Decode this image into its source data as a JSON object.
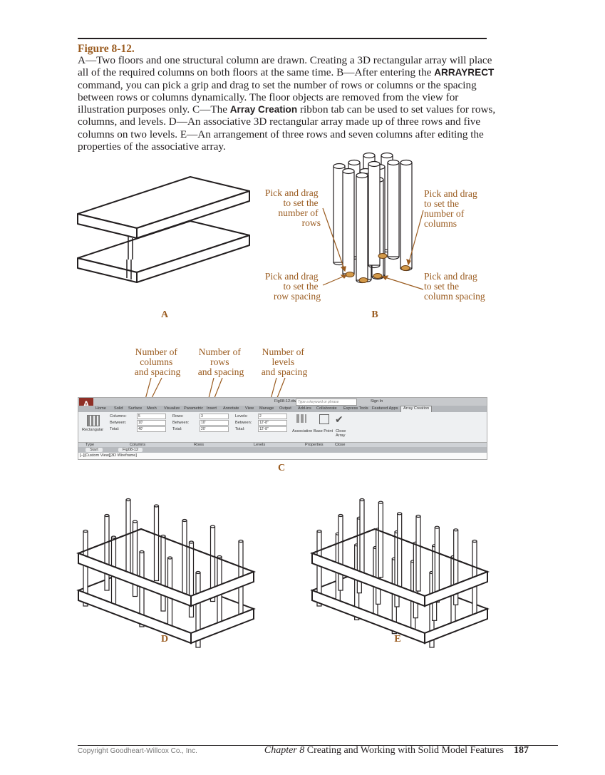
{
  "figure": {
    "title": "Figure 8-12.",
    "caption": {
      "part1": "A—Two floors and one structural column are drawn. Creating a 3D rectangular array will place all of the required columns on both floors at the same time. B—After entering the ",
      "cmd1": "ARRAYRECT",
      "part2": " command, you can pick a grip and drag to set the number of rows or columns or the spacing between rows or columns dynamically. The floor objects are removed from the view for illustration purposes only. C—The ",
      "cmd2": "Array Creation",
      "part3": " ribbon tab can be used to set values for rows, columns, and levels. D—An associative 3D rectangular array made up of three rows and five columns on two levels. E—An arrangement of three rows and seven columns after editing the properties of the associative array."
    }
  },
  "panels": {
    "a": "A",
    "b": "B",
    "c": "C",
    "d": "D",
    "e": "E"
  },
  "callouts_b": {
    "rows_count": [
      "Pick and drag",
      "to set the",
      "number of",
      "rows"
    ],
    "cols_count": [
      "Pick and drag",
      "to set the",
      "number of",
      "columns"
    ],
    "row_spacing": [
      "Pick and drag",
      "to set the",
      "row spacing"
    ],
    "col_spacing": [
      "Pick and drag",
      "to set the",
      "column spacing"
    ]
  },
  "callouts_c": {
    "columns": [
      "Number of",
      "columns",
      "and spacing"
    ],
    "rows": [
      "Number of",
      "rows",
      "and spacing"
    ],
    "levels": [
      "Number of",
      "levels",
      "and spacing"
    ]
  },
  "ribbon": {
    "filename": "Fig08-12.dwg",
    "search_placeholder": "Type a keyword or phrase",
    "signin": "Sign In",
    "tabs": [
      "Home",
      "Solid",
      "Surface",
      "Mesh",
      "Visualize",
      "Parametric",
      "Insert",
      "Annotate",
      "View",
      "Manage",
      "Output",
      "Add-ins",
      "Collaborate",
      "Express Tools",
      "Featured Apps",
      "Array Creation"
    ],
    "type_label": "Rectangular",
    "columns": {
      "count_label": "Columns:",
      "count": "5",
      "between_label": "Between:",
      "between": "10'",
      "total_label": "Total:",
      "total": "40'"
    },
    "rows": {
      "count_label": "Rows:",
      "count": "3",
      "between_label": "Between:",
      "between": "10'",
      "total_label": "Total:",
      "total": "20'"
    },
    "levels": {
      "count_label": "Levels:",
      "count": "2",
      "between_label": "Between:",
      "between": "12'-8\"",
      "total_label": "Total:",
      "total": "12'-8\""
    },
    "properties": {
      "associative": "Associative",
      "base_point": "Base Point"
    },
    "close_label": "Close Array",
    "panel_names": {
      "type": "Type",
      "columns": "Columns",
      "rows": "Rows",
      "levels": "Levels",
      "properties": "Properties",
      "close": "Close"
    },
    "doc_tabs": [
      "Start",
      "Fig08-12"
    ],
    "viewport_label": "[−][Custom View][3D Wireframe]"
  },
  "footer": {
    "copyright": "Copyright Goodheart-Willcox Co., Inc.",
    "chapter": "Chapter 8",
    "chapter_title": "Creating and Working with Solid Model Features",
    "page": "187"
  },
  "colors": {
    "accent": "#9a5b1f",
    "text": "#231f20",
    "grip": "#d39a4a"
  }
}
